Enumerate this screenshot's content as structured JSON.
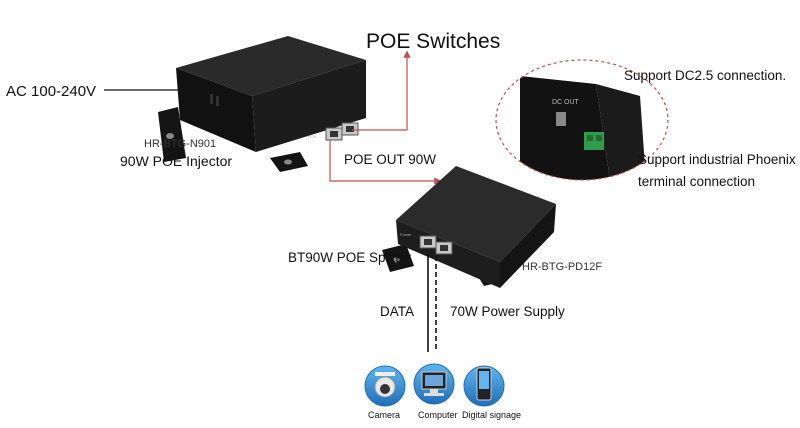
{
  "labels": {
    "title": "POE Switches",
    "ac_input": "AC 100-240V",
    "injector_model": "HR-BTG-N901",
    "injector_name": "90W POE Injector",
    "poe_out": "POE OUT 90W",
    "splitter_name": "BT90W POE Splitter",
    "splitter_model": "HR-BTG-PD12F",
    "data": "DATA",
    "power_supply": "70W Power Supply",
    "dc_support": "Support DC2.5 connection.",
    "phoenix_line1": "Support industrial Phoenix",
    "phoenix_line2": "terminal connection"
  },
  "devices": [
    {
      "label": "Camera",
      "icon": "camera-icon"
    },
    {
      "label": "Computer",
      "icon": "computer-icon"
    },
    {
      "label": "Digital signage",
      "icon": "digital-signage-icon"
    }
  ],
  "device_marks": {
    "injector_port": "POE",
    "splitter_port": "Power",
    "terminal_mark": "DC OUT"
  },
  "colors": {
    "connector_line": "#c0504d",
    "callout_circle": "#c0504d",
    "device_body": "#1a1a1a",
    "device_icon_blue": "#2a8fd6",
    "terminal_green": "#2e9e4a"
  }
}
